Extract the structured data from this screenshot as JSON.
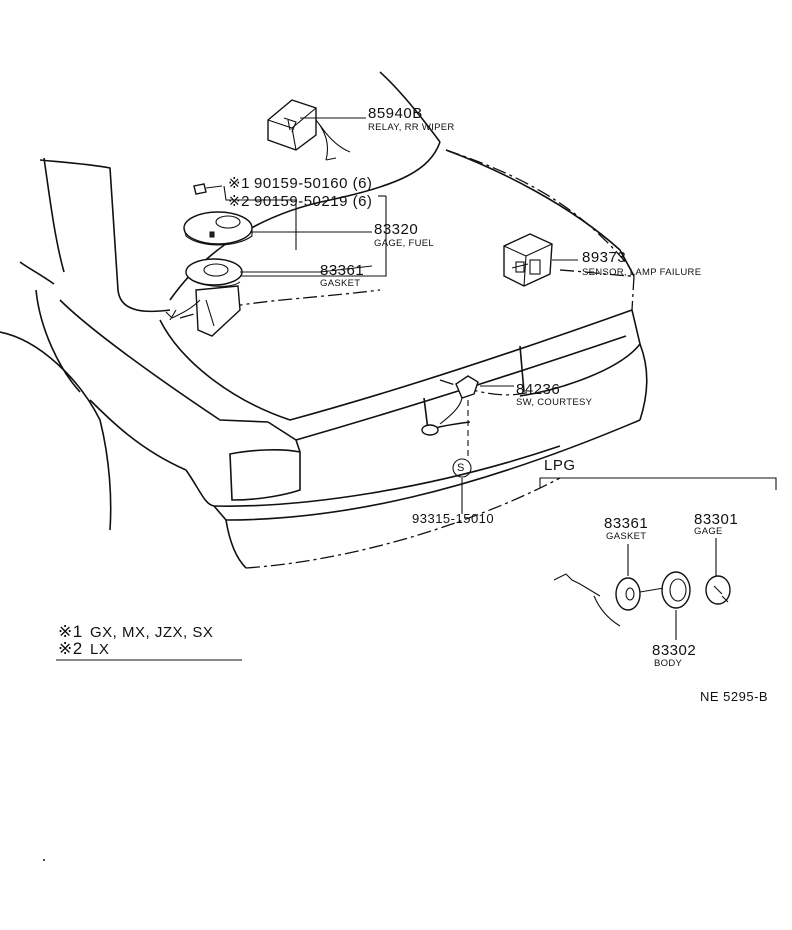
{
  "parts": [
    {
      "id": "relay",
      "number": "85940B",
      "desc": "RELAY, RR WIPER"
    },
    {
      "id": "screw1",
      "mark": "※1",
      "number": "90159-50160 (6)"
    },
    {
      "id": "screw2",
      "mark": "※2",
      "number": "90159-50219 (6)"
    },
    {
      "id": "gage-fuel",
      "number": "83320",
      "desc": "GAGE, FUEL"
    },
    {
      "id": "gasket",
      "number": "83361",
      "desc": "GASKET"
    },
    {
      "id": "sensor",
      "number": "89373",
      "desc": "SENSOR, LAMP FAILURE"
    },
    {
      "id": "switch",
      "number": "84236",
      "desc": "SW, COURTESY"
    },
    {
      "id": "bolt",
      "number": "93315-15010"
    }
  ],
  "lpg": {
    "title": "LPG",
    "parts": [
      {
        "id": "lpg-gasket",
        "number": "83361",
        "desc": "GASKET"
      },
      {
        "id": "lpg-gage",
        "number": "83301",
        "desc": "GAGE"
      },
      {
        "id": "lpg-body",
        "number": "83302",
        "desc": "BODY"
      }
    ]
  },
  "notes": [
    {
      "mark": "※1",
      "text": "GX, MX, JZX, SX"
    },
    {
      "mark": "※2",
      "text": "LX"
    }
  ],
  "standard_mark": "S",
  "figure_code": "NE 5295-B"
}
